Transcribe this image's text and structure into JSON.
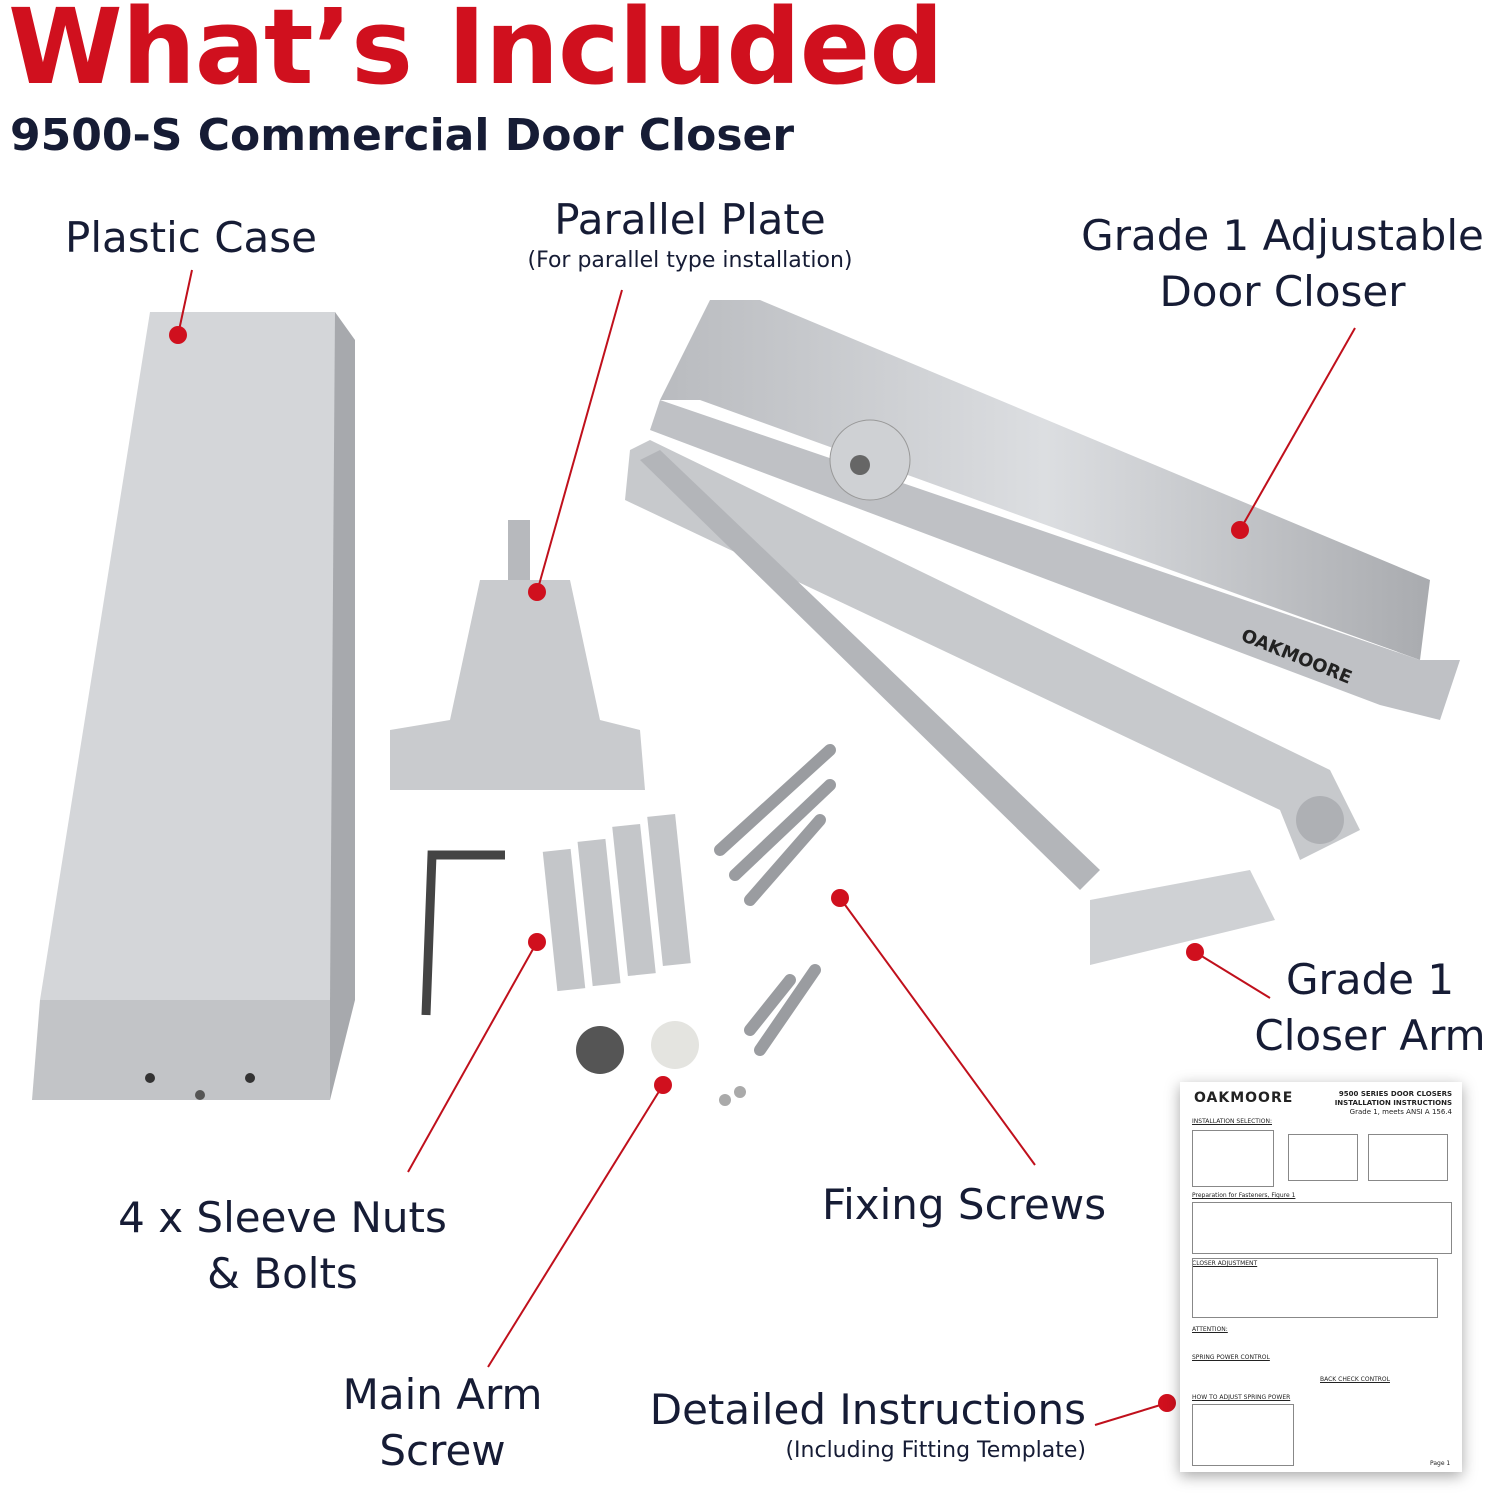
{
  "header": {
    "title": "What’s Included",
    "subtitle": "9500-S Commercial Door Closer"
  },
  "callouts": {
    "plastic_case": "Plastic Case",
    "parallel_plate": "Parallel Plate",
    "parallel_plate_note": "(For parallel type installation)",
    "door_closer_line1": "Grade 1 Adjustable",
    "door_closer_line2": "Door Closer",
    "closer_arm_line1": "Grade 1",
    "closer_arm_line2": "Closer Arm",
    "sleeve_line1": "4 x Sleeve Nuts",
    "sleeve_line2": "& Bolts",
    "fixing_screws": "Fixing Screws",
    "main_arm_line1": "Main Arm",
    "main_arm_line2": "Screw",
    "instructions": "Detailed Instructions",
    "instructions_note": "(Including Fitting Template)"
  },
  "product_branding": {
    "closer_logo": "OAKMOORE"
  },
  "instruction_sheet": {
    "brand": "OAKMOORE",
    "heading1": "9500 SERIES DOOR CLOSERS",
    "heading2": "INSTALLATION INSTRUCTIONS",
    "heading3": "Grade 1, meets ANSI A 156.4",
    "section1": "INSTALLATION SELECTION:",
    "section2": "Preparation for Fasteners, Figure 1",
    "section3": "CLOSER ADJUSTMENT",
    "section4": "ATTENTION:",
    "section5": "SPRING POWER CONTROL",
    "section6": "BACK CHECK CONTROL",
    "section7": "HOW TO ADJUST SPRING POWER",
    "page": "Page 1"
  },
  "colors": {
    "accent_red": "#d0101e",
    "navy": "#161c35",
    "silver": "#c9cbcf"
  }
}
